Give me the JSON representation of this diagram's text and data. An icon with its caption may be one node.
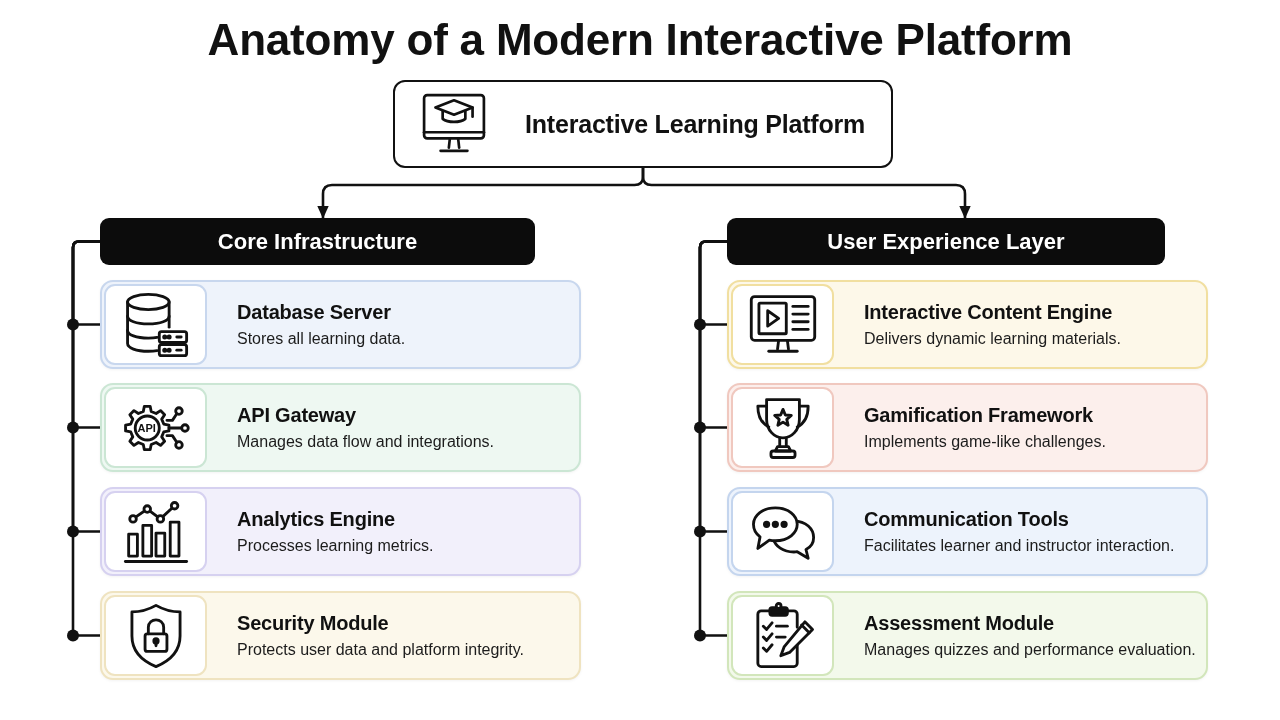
{
  "diagram": {
    "title": "Anatomy of a Modern Interactive Platform",
    "nodes": [
      {
        "text": [
          "Interactive Learning Platform"
        ]
      },
      {
        "text": [
          "Core Infrastructure"
        ]
      },
      {
        "text": [
          "Database Server",
          "Stores all learning data."
        ]
      },
      {
        "text": [
          "API Gateway",
          "Manages data flow and integrations."
        ]
      },
      {
        "text": [
          "Analytics Engine",
          "Processes learning metrics."
        ]
      },
      {
        "text": [
          "Security Module",
          "Protects user data and platform integrity."
        ]
      },
      {
        "text": [
          "User Experience Layer"
        ]
      },
      {
        "text": [
          "Interactive Content Engine",
          "Delivers dynamic learning materials."
        ]
      },
      {
        "text": [
          "Gamification Framework",
          "Implements game-like challenges."
        ]
      },
      {
        "text": [
          "Communication Tools",
          "Facilitates learner and instructor interaction."
        ]
      },
      {
        "text": [
          "Assessment Module",
          "Manages quizzes and performance evaluation."
        ]
      }
    ],
    "edges": [
      {
        "from": 0,
        "to": 1,
        "arrow": "to"
      },
      {
        "from": 0,
        "to": 6,
        "arrow": "to"
      },
      {
        "from": 1,
        "to": 2,
        "arrow": "none"
      },
      {
        "from": 1,
        "to": 3,
        "arrow": "none"
      },
      {
        "from": 1,
        "to": 4,
        "arrow": "none"
      },
      {
        "from": 1,
        "to": 5,
        "arrow": "none"
      },
      {
        "from": 6,
        "to": 7,
        "arrow": "none"
      },
      {
        "from": 6,
        "to": 8,
        "arrow": "none"
      },
      {
        "from": 6,
        "to": 9,
        "arrow": "none"
      },
      {
        "from": 6,
        "to": 10,
        "arrow": "none"
      }
    ],
    "labels": [
      "API"
    ]
  }
}
